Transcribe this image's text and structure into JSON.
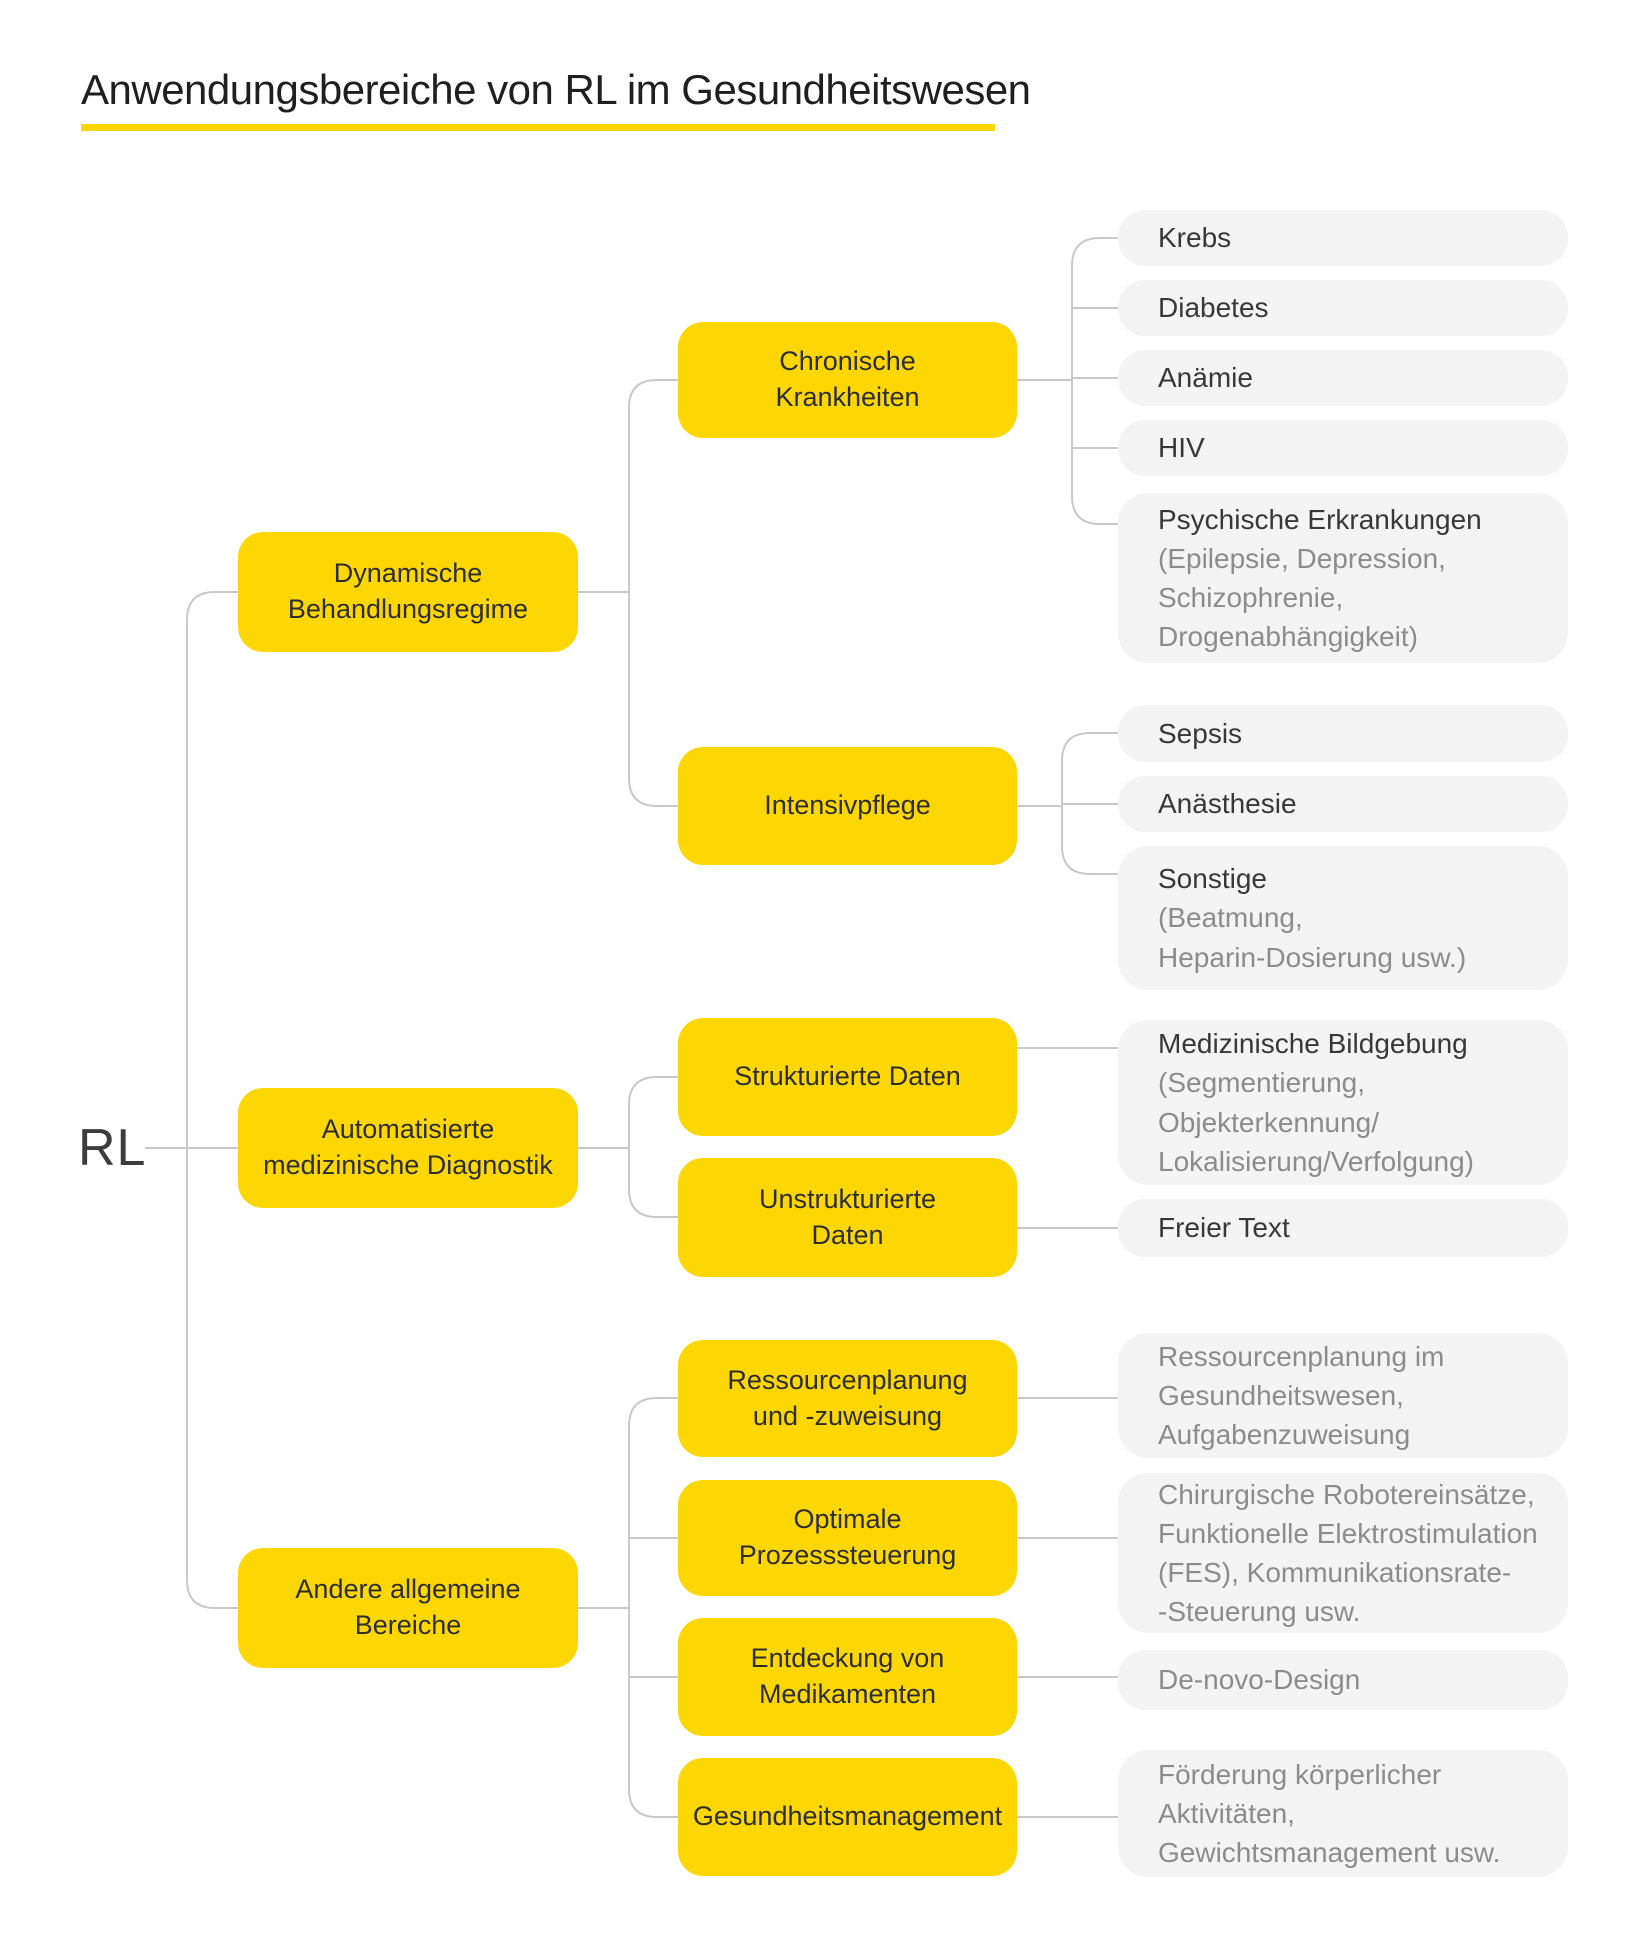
{
  "title": "Anwendungsbereiche von RL im Gesundheitswesen",
  "root": {
    "label": "RL"
  },
  "colors": {
    "accent_yellow": "#fcd703",
    "leaf_gray_bg": "#f4f4f4",
    "connector_line": "#c9c9c9",
    "text_dark": "#2d2d2d",
    "text_muted": "#8c8c8c"
  },
  "branches": [
    {
      "label": "Dynamische\nBehandlungsregime",
      "children": [
        {
          "label": "Chronische\nKrankheiten",
          "leaves": [
            {
              "title": "Krebs"
            },
            {
              "title": "Diabetes"
            },
            {
              "title": "Anämie"
            },
            {
              "title": "HIV"
            },
            {
              "title": "Psychische Erkrankungen",
              "subtitle": "(Epilepsie, Depression,\nSchizophrenie,\nDrogenabhängigkeit)"
            }
          ]
        },
        {
          "label": "Intensivpflege",
          "leaves": [
            {
              "title": "Sepsis"
            },
            {
              "title": "Anästhesie"
            },
            {
              "title": "Sonstige",
              "subtitle": "(Beatmung,\nHeparin-Dosierung usw.)"
            }
          ]
        }
      ]
    },
    {
      "label": "Automatisierte\nmedizinische Diagnostik",
      "children": [
        {
          "label": "Strukturierte Daten",
          "leaves": [
            {
              "title": "Medizinische Bildgebung",
              "subtitle": "(Segmentierung,\nObjekterkennung/\nLokalisierung/Verfolgung)"
            }
          ]
        },
        {
          "label": "Unstrukturierte\nDaten",
          "leaves": [
            {
              "title": "Freier Text"
            }
          ]
        }
      ]
    },
    {
      "label": "Andere allgemeine\nBereiche",
      "children": [
        {
          "label": "Ressourcenplanung\nund -zuweisung",
          "leaves": [
            {
              "subtitle": "Ressourcenplanung im\nGesundheitswesen,\nAufgabenzuweisung"
            }
          ]
        },
        {
          "label": "Optimale\nProzesssteuerung",
          "leaves": [
            {
              "subtitle": "Chirurgische Robotereinsätze,\nFunktionelle Elektrostimulation\n(FES), Kommunikationsrate-\n-Steuerung usw."
            }
          ]
        },
        {
          "label": "Entdeckung von\nMedikamenten",
          "leaves": [
            {
              "subtitle": "De-novo-Design"
            }
          ]
        },
        {
          "label": "Gesundheitsmanagement",
          "leaves": [
            {
              "subtitle": "Förderung körperlicher\nAktivitäten,\nGewichtsmanagement usw."
            }
          ]
        }
      ]
    }
  ]
}
